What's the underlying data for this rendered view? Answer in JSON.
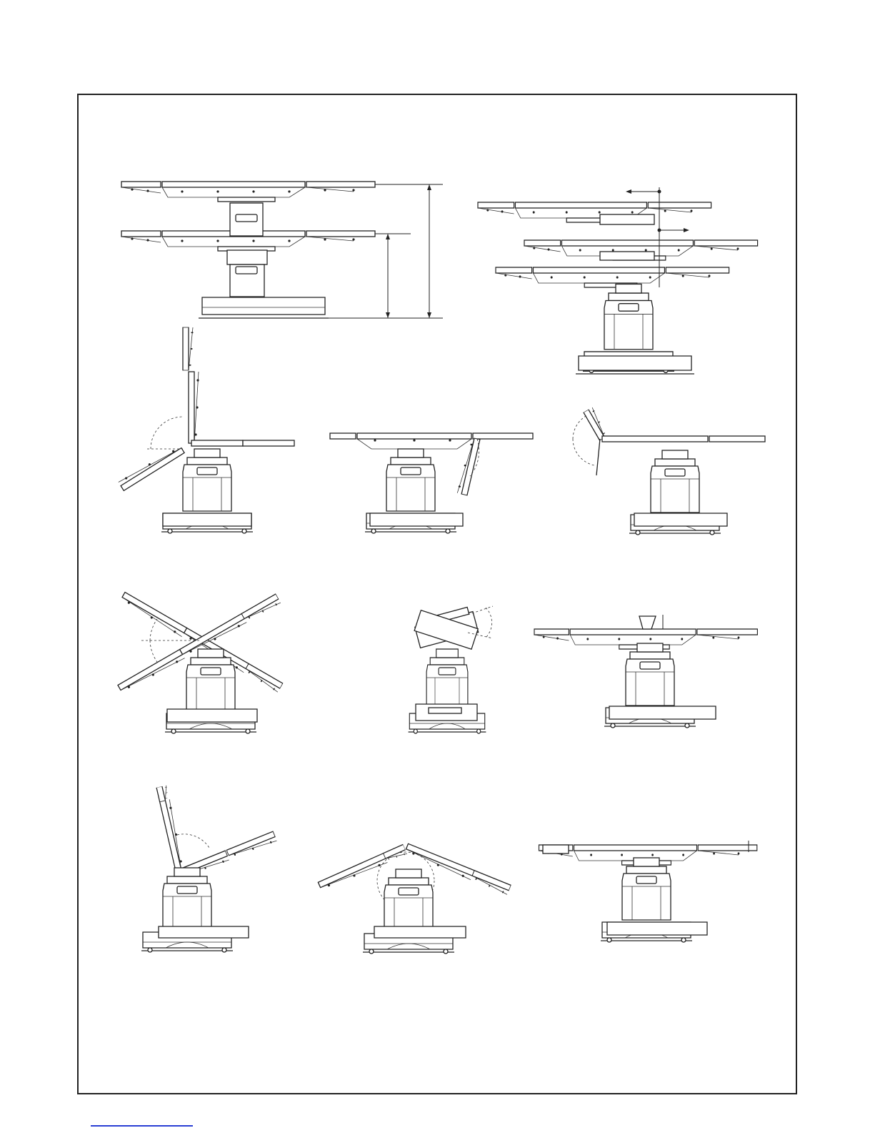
{
  "page": {
    "background": "#ffffff",
    "frame_color": "#222222",
    "link_color": "#2a3fd4"
  },
  "diagram": {
    "subject": "operating-table-position-drawings",
    "views": [
      {
        "id": "height-range",
        "icon": "table-height-range-icon"
      },
      {
        "id": "longitudinal-slide",
        "icon": "table-slide-icon"
      },
      {
        "id": "back-up-leg-down",
        "icon": "table-back-up-icon"
      },
      {
        "id": "leg-section-down",
        "icon": "table-leg-down-icon"
      },
      {
        "id": "head-section-down",
        "icon": "table-head-down-icon"
      },
      {
        "id": "trendelenburg",
        "icon": "table-trendelenburg-icon"
      },
      {
        "id": "lateral-tilt",
        "icon": "table-lateral-tilt-icon"
      },
      {
        "id": "kidney-bridge",
        "icon": "table-kidney-bridge-icon"
      },
      {
        "id": "beach-chair",
        "icon": "table-beach-chair-icon"
      },
      {
        "id": "flex",
        "icon": "table-flex-icon"
      },
      {
        "id": "tabletop-flat",
        "icon": "table-flat-icon"
      }
    ]
  }
}
